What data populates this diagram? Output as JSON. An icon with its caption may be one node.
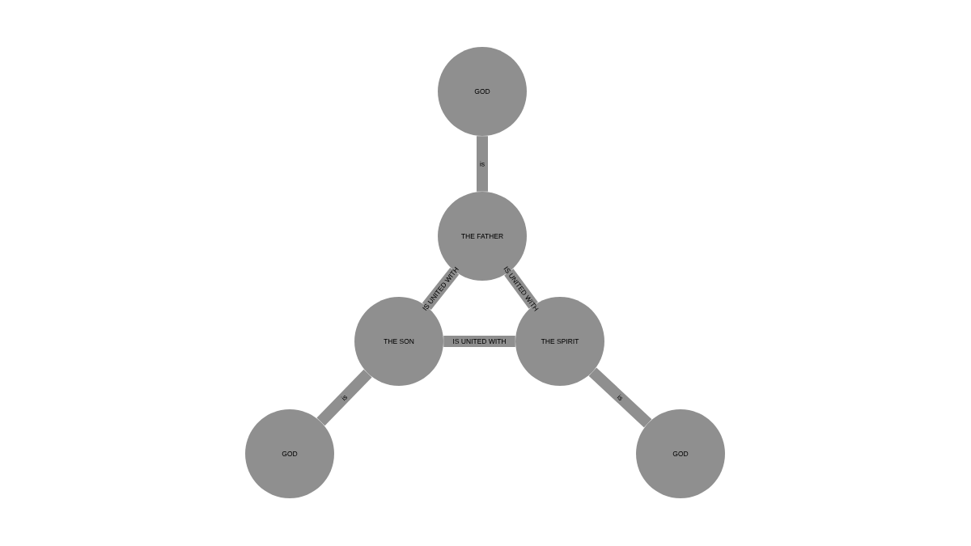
{
  "diagram": {
    "nodes": [
      {
        "text": [
          "GOD"
        ]
      },
      {
        "text": [
          "THE FATHER"
        ]
      },
      {
        "text": [
          "THE SON"
        ]
      },
      {
        "text": [
          "THE SPIRIT"
        ]
      },
      {
        "text": [
          "GOD"
        ]
      },
      {
        "text": [
          "GOD"
        ]
      }
    ],
    "edges": [
      {
        "from": 1,
        "to": 0,
        "label": "is",
        "arrow": "none"
      },
      {
        "from": 2,
        "to": 1,
        "label": "IS UNITED WITH",
        "arrow": "none"
      },
      {
        "from": 1,
        "to": 3,
        "label": "IS UNITED WITH",
        "arrow": "none"
      },
      {
        "from": 2,
        "to": 3,
        "label": "IS UNITED WITH",
        "arrow": "none"
      },
      {
        "from": 2,
        "to": 4,
        "label": "is",
        "arrow": "none"
      },
      {
        "from": 3,
        "to": 5,
        "label": "is",
        "arrow": "none"
      }
    ]
  }
}
